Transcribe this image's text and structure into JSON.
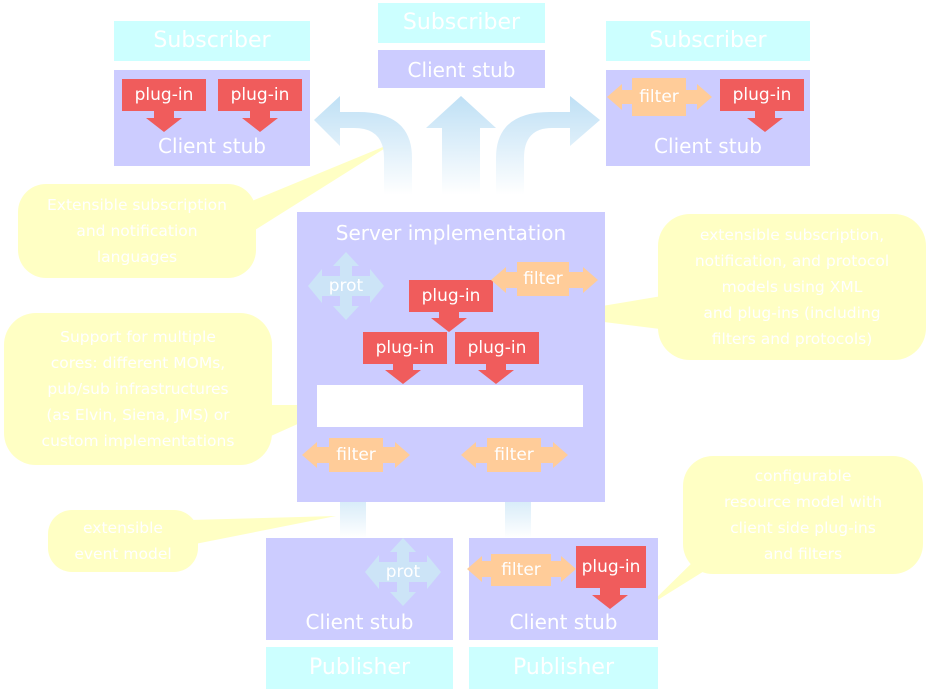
{
  "subscribers": {
    "left": {
      "title": "Subscriber",
      "stub": "Client stub",
      "plugins": [
        "plug-in",
        "plug-in"
      ]
    },
    "center": {
      "title": "Subscriber",
      "stub": "Client stub"
    },
    "right": {
      "title": "Subscriber",
      "stub": "Client stub",
      "filter": "filter",
      "plugin": "plug-in"
    }
  },
  "server": {
    "title": "Server implementation",
    "prot": "prot",
    "filter_top": "filter",
    "plugin_top": "plug-in",
    "plugin_left": "plug-in",
    "plugin_right": "plug-in",
    "filter_bottom_left": "filter",
    "filter_bottom_right": "filter"
  },
  "publishers": {
    "left": {
      "title": "Publisher",
      "stub": "Client stub",
      "prot": "prot"
    },
    "right": {
      "title": "Publisher",
      "stub": "Client stub",
      "filter": "filter",
      "plugin": "plug-in"
    }
  },
  "callouts": {
    "languages": [
      "Extensible subscription",
      "and notification",
      "languages"
    ],
    "models": [
      "extensible subscription,",
      "notification, and protocol",
      "models using XML",
      "and plug-ins (including",
      "filters and protocols)"
    ],
    "cores": [
      "Support for multiple",
      "cores: different MOMs,",
      "pub/sub infrastructures",
      "(as Elvin, Siena, JMS) or",
      "custom implementations"
    ],
    "event": [
      "extensible",
      "event model"
    ],
    "resource": [
      "configurable",
      "resource model with",
      "client side plug-ins",
      "and filters"
    ]
  },
  "colors": {
    "cyan": "#ccffff",
    "lavender": "#ccccff",
    "plugin_red": "#f05c5c",
    "filter_orange": "#ffcc99",
    "callout_yellow": "#ffffc4",
    "arrow_blue": "#cce4f7"
  }
}
